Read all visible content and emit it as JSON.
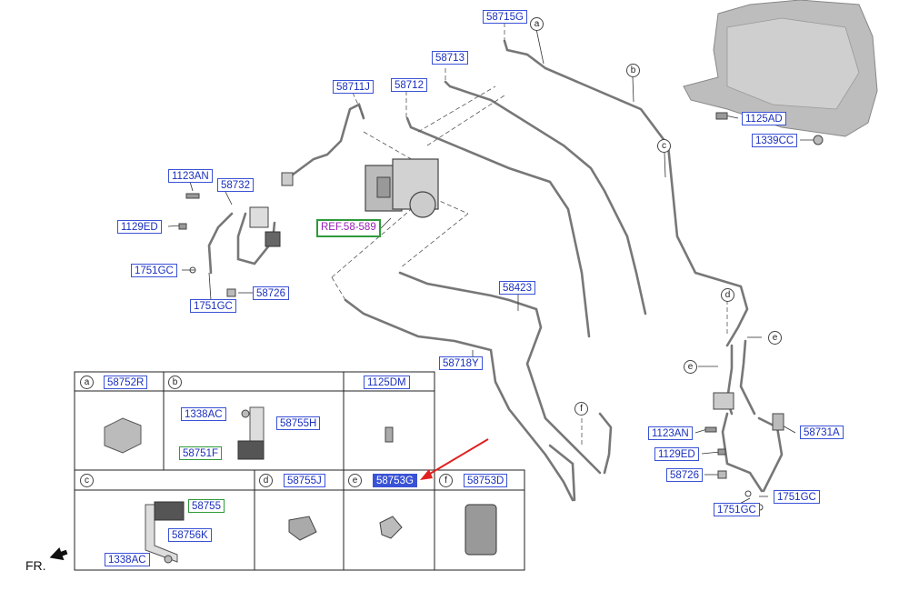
{
  "callouts": {
    "p58715G": "58715G",
    "p58713": "58713",
    "p58712": "58712",
    "p58711J": "58711J",
    "p1123AN_l": "1123AN",
    "p58732": "58732",
    "p1129ED_l": "1129ED",
    "p1751GC_l1": "1751GC",
    "p58726_l": "58726",
    "p1751GC_l2": "1751GC",
    "ref": "REF.58-589",
    "p58423": "58423",
    "p58718Y": "58718Y",
    "p1125AD": "1125AD",
    "p1339CC": "1339CC",
    "p1123AN_r": "1123AN",
    "p58731A": "58731A",
    "p1129ED_r": "1129ED",
    "p58726_r": "58726",
    "p1751GC_r1": "1751GC",
    "p1751GC_r2": "1751GC"
  },
  "circle_letters": {
    "a": "a",
    "b": "b",
    "c": "c",
    "d": "d",
    "e1": "e",
    "e2": "e",
    "f": "f"
  },
  "table": {
    "cells": [
      {
        "letter": "a",
        "part": "58752R"
      },
      {
        "letter": "b",
        "part": ""
      },
      {
        "letter": "",
        "part": "1125DM"
      },
      {
        "letter": "c",
        "part": ""
      },
      {
        "letter": "d",
        "part": "58755J"
      },
      {
        "letter": "e",
        "part": "58753G"
      },
      {
        "letter": "f",
        "part": "58753D"
      }
    ],
    "b_parts": {
      "p1338AC": "1338AC",
      "p58755H": "58755H",
      "p58751F": "58751F"
    },
    "c_parts": {
      "p58755": "58755",
      "p58756K": "58756K",
      "p1338AC": "1338AC"
    }
  },
  "fr_label": "FR.",
  "selected_part": "58753G",
  "colors": {
    "label_blue": "#3a52d6",
    "highlight": "#3a52d6",
    "arrow": "#e02020",
    "green": "#2e9a3a"
  }
}
